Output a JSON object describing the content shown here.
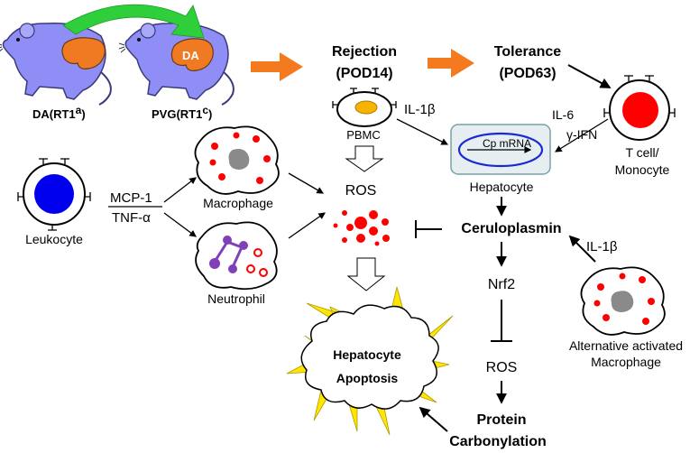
{
  "rats": {
    "donor_label": "DA(RT1",
    "donor_sup": "a",
    "recipient_label": "PVG(RT1",
    "recipient_sup": "c",
    "close_paren": ")",
    "liver_label": "DA"
  },
  "stages": {
    "rejection_line1": "Rejection",
    "rejection_line2": "(POD14)",
    "tolerance_line1": "Tolerance",
    "tolerance_line2": "(POD63)"
  },
  "cells": {
    "pbmc": "PBMC",
    "hepatocyte": "Hepatocyte",
    "cp_mrna": "Cp mRNA",
    "tcell_line1": "T cell/",
    "tcell_line2": "Monocyte",
    "leukocyte": "Leukocyte",
    "macrophage": "Macrophage",
    "neutrophil": "Neutrophil",
    "alt_macro_line1": "Alternative activated",
    "alt_macro_line2": "Macrophage"
  },
  "mediators": {
    "il1b_top": "IL-1β",
    "il6": "IL-6",
    "gamma_ifn": "γ-IFN",
    "mcp1": "MCP-1",
    "tnfa": "TNF-α",
    "il1b_right": "IL-1β"
  },
  "nodes": {
    "ros_top": "ROS",
    "ceruloplasmin": "Ceruloplasmin",
    "nrf2": "Nrf2",
    "ros_bottom": "ROS",
    "apoptosis_line1": "Hepatocyte",
    "apoptosis_line2": "Apoptosis",
    "protein_line1": "Protein",
    "protein_line2": "Carbonylation"
  },
  "colors": {
    "rat_body": "#8f8ef6",
    "rat_outline": "#3a3a7a",
    "liver": "#f07a22",
    "green_arrow": "#2ecf3a",
    "orange_arrow": "#f47a20",
    "cell_red": "#ff0000",
    "nucleus_blue": "#0000ee",
    "nucleus_gray": "#8a8a8a",
    "pbmc_nucleus": "#f6b400",
    "neutrophil_purple": "#8040b8",
    "hepatocyte_fill": "#e6eef1",
    "hepatocyte_border": "#7aa0a8",
    "hepatocyte_ring": "#1a2ad0",
    "spike_yellow": "#ffe600"
  }
}
